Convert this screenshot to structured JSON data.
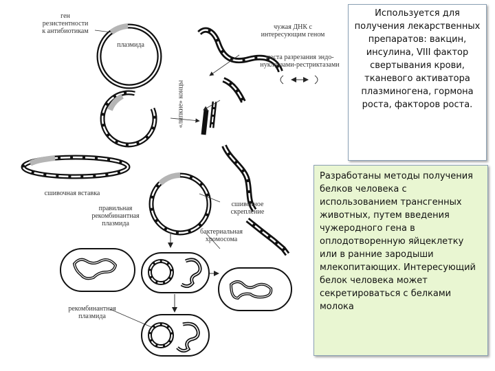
{
  "diagram": {
    "labels": {
      "resistance_gene": "ген\nрезистентности\nк антибиотикам",
      "plasmid": "плазмида",
      "foreign_dna": "чужая ДНК с\nинтересующим геном",
      "restriction_sites": "места разрезания эндо-\nнуклеазами-рестриктазами",
      "sticky_ends": "«липкие» концы",
      "joining_insert": "сшивочная вставка",
      "correct_recombinant": "правильная\nрекомбинантная\nплазмида",
      "joining_crosslink": "сшивочное\nскрепление",
      "bacterial_chromosome": "бактериальная\nхромосома",
      "recombinant_plasmid": "рекомбинантная\nплазмида"
    }
  },
  "callouts": {
    "uses": "Используется для получения лекарственных препаратов: вакцин, инсулина, VIII фактор свертывания крови, тканевого активатора плазминогена, гормона роста, факторов роста.",
    "methods": "Разработаны методы получения белков человека с использованием трансгенных животных, путем введения чужеродного гена в оплодотворенную яйцеклетку или в ранние зародыши млекопитающих. Интересующий белок человека может секретироваться с белками молока"
  },
  "colors": {
    "dna": "#111111",
    "gene_segment": "#b5b5b5",
    "methods_box_fill": "#e9f6d2"
  }
}
